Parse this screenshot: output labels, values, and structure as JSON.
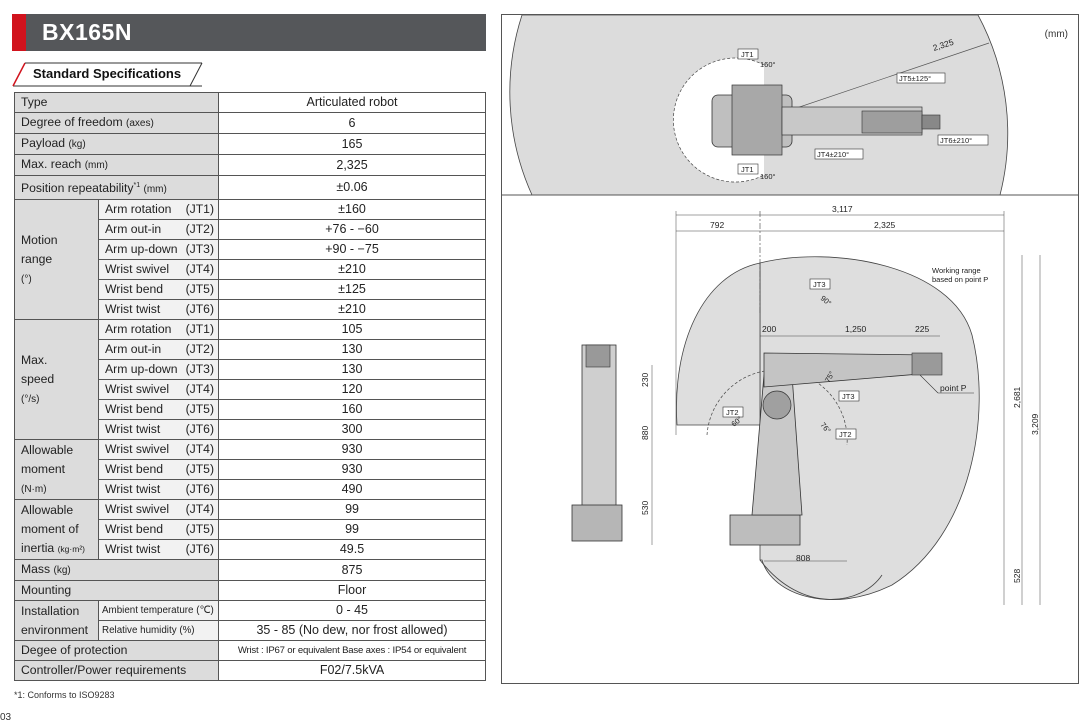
{
  "header": {
    "model": "BX165N"
  },
  "section": {
    "title": "Standard Specifications"
  },
  "spec": {
    "type": {
      "label": "Type",
      "value": "Articulated robot"
    },
    "dof": {
      "label": "Degree of freedom",
      "unit": "(axes)",
      "value": "6"
    },
    "payload": {
      "label": "Payload",
      "unit": "(kg)",
      "value": "165"
    },
    "reach": {
      "label": "Max. reach",
      "unit": "(mm)",
      "value": "2,325"
    },
    "repeat": {
      "label": "Position repeatability",
      "note": "*1",
      "unit": "(mm)",
      "value": "±0.06"
    },
    "motion": {
      "group_line1": "Motion",
      "group_line2": "range",
      "group_unit": "(°)",
      "rows": [
        {
          "label": "Arm rotation",
          "jt": "(JT1)",
          "value": "±160"
        },
        {
          "label": "Arm out-in",
          "jt": "(JT2)",
          "value": "+76 - −60"
        },
        {
          "label": "Arm up-down",
          "jt": "(JT3)",
          "value": "+90 - −75"
        },
        {
          "label": "Wrist swivel",
          "jt": "(JT4)",
          "value": "±210"
        },
        {
          "label": "Wrist bend",
          "jt": "(JT5)",
          "value": "±125"
        },
        {
          "label": "Wrist twist",
          "jt": "(JT6)",
          "value": "±210"
        }
      ]
    },
    "speed": {
      "group_line1": "Max.",
      "group_line2": "speed",
      "group_unit": "(°/s)",
      "rows": [
        {
          "label": "Arm rotation",
          "jt": "(JT1)",
          "value": "105"
        },
        {
          "label": "Arm out-in",
          "jt": "(JT2)",
          "value": "130"
        },
        {
          "label": "Arm up-down",
          "jt": "(JT3)",
          "value": "130"
        },
        {
          "label": "Wrist swivel",
          "jt": "(JT4)",
          "value": "120"
        },
        {
          "label": "Wrist bend",
          "jt": "(JT5)",
          "value": "160"
        },
        {
          "label": "Wrist twist",
          "jt": "(JT6)",
          "value": "300"
        }
      ]
    },
    "moment": {
      "group_line1": "Allowable",
      "group_line2": "moment",
      "group_unit": "(N·m)",
      "rows": [
        {
          "label": "Wrist swivel",
          "jt": "(JT4)",
          "value": "930"
        },
        {
          "label": "Wrist bend",
          "jt": "(JT5)",
          "value": "930"
        },
        {
          "label": "Wrist twist",
          "jt": "(JT6)",
          "value": "490"
        }
      ]
    },
    "inertia": {
      "group_line1": "Allowable",
      "group_line2": "moment of",
      "group_line3": "inertia",
      "group_unit": "(kg·m²)",
      "rows": [
        {
          "label": "Wrist swivel",
          "jt": "(JT4)",
          "value": "99"
        },
        {
          "label": "Wrist bend",
          "jt": "(JT5)",
          "value": "99"
        },
        {
          "label": "Wrist twist",
          "jt": "(JT6)",
          "value": "49.5"
        }
      ]
    },
    "mass": {
      "label": "Mass",
      "unit": "(kg)",
      "value": "875"
    },
    "mounting": {
      "label": "Mounting",
      "value": "Floor"
    },
    "install": {
      "group_line1": "Installation",
      "group_line2": "environment",
      "temp_label": "Ambient temperature (℃)",
      "temp_value": "0 - 45",
      "hum_label": "Relative humidity (%)",
      "hum_value": "35 - 85 (No dew, nor frost allowed)"
    },
    "protection": {
      "label": "Degee of protection",
      "value": "Wrist : IP67 or equivalent   Base axes : IP54 or equivalent"
    },
    "controller": {
      "label": "Controller/Power requirements",
      "value": "F02/7.5kVA"
    }
  },
  "footnote": "*1: Conforms to ISO9283",
  "page_number": "03",
  "drawing": {
    "unit": "(mm)",
    "top": {
      "radius": "2,325",
      "jt1_tag": "JT1",
      "jt1_angle": "160°",
      "jt5": "JT5±125°",
      "jt4": "JT4±210°",
      "jt6": "JT6±210°"
    },
    "side": {
      "dim_total": "3,117",
      "dim_rear": "792",
      "dim_reach": "2,325",
      "dim_200": "200",
      "dim_1250": "1,250",
      "dim_225": "225",
      "dim_230": "230",
      "dim_880": "880",
      "dim_530": "530",
      "dim_2681": "2,681",
      "dim_3209": "3,209",
      "dim_528": "528",
      "dim_808": "808",
      "working_range_1": "Working range",
      "working_range_2": "based on point P",
      "point_p": "point P",
      "jt3": "JT3",
      "jt2": "JT2",
      "angle_90": "90°",
      "angle_75": "75°",
      "angle_60": "60°",
      "angle_76": "76°"
    }
  }
}
